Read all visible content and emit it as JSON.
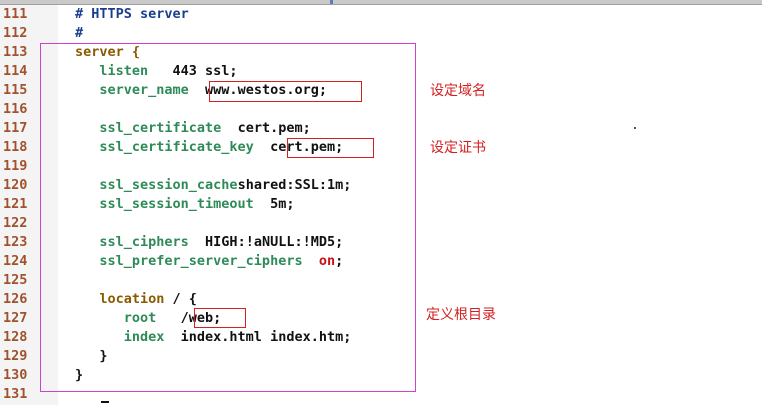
{
  "lines": [
    {
      "n": "111",
      "parts": [
        {
          "t": "    # HTTPS server",
          "c": "comment"
        }
      ]
    },
    {
      "n": "112",
      "parts": [
        {
          "t": "    #",
          "c": "comment"
        }
      ]
    },
    {
      "n": "113",
      "parts": [
        {
          "t": "    server {",
          "c": "kw"
        }
      ]
    },
    {
      "n": "114",
      "parts": [
        {
          "t": "       listen",
          "c": "dir"
        },
        {
          "t": "       443 ssl;",
          "c": "val"
        }
      ]
    },
    {
      "n": "115",
      "parts": [
        {
          "t": "       server_name",
          "c": "dir"
        },
        {
          "t": "  www.westos.org;",
          "c": "val"
        }
      ]
    },
    {
      "n": "116",
      "parts": []
    },
    {
      "n": "117",
      "parts": [
        {
          "t": "       ssl_certificate",
          "c": "dir"
        },
        {
          "t": "      cert.pem;",
          "c": "val"
        }
      ]
    },
    {
      "n": "118",
      "parts": [
        {
          "t": "       ssl_certificate_key",
          "c": "dir"
        },
        {
          "t": "  cert.pem;",
          "c": "val"
        }
      ]
    },
    {
      "n": "119",
      "parts": []
    },
    {
      "n": "120",
      "parts": [
        {
          "t": "       ssl_session_cache",
          "c": "dir"
        },
        {
          "t": "    shared:SSL:1m;",
          "c": "val"
        }
      ]
    },
    {
      "n": "121",
      "parts": [
        {
          "t": "       ssl_session_timeout",
          "c": "dir"
        },
        {
          "t": "  5m;",
          "c": "val"
        }
      ]
    },
    {
      "n": "122",
      "parts": []
    },
    {
      "n": "123",
      "parts": [
        {
          "t": "       ssl_ciphers",
          "c": "dir"
        },
        {
          "t": "  HIGH:!aNULL:!MD5;",
          "c": "val"
        }
      ]
    },
    {
      "n": "124",
      "parts": [
        {
          "t": "       ssl_prefer_server_ciphers",
          "c": "dir"
        },
        {
          "t": "  ",
          "c": "val"
        },
        {
          "t": "on",
          "c": "on"
        },
        {
          "t": ";",
          "c": "val"
        }
      ]
    },
    {
      "n": "125",
      "parts": []
    },
    {
      "n": "126",
      "parts": [
        {
          "t": "       location",
          "c": "kw"
        },
        {
          "t": " / {",
          "c": "val"
        }
      ]
    },
    {
      "n": "127",
      "parts": [
        {
          "t": "          root",
          "c": "dir"
        },
        {
          "t": "   /web;",
          "c": "val"
        }
      ]
    },
    {
      "n": "128",
      "parts": [
        {
          "t": "          index",
          "c": "dir"
        },
        {
          "t": "  index.html index.htm;",
          "c": "val"
        }
      ]
    },
    {
      "n": "129",
      "parts": [
        {
          "t": "       }",
          "c": "val"
        }
      ]
    },
    {
      "n": "130",
      "parts": [
        {
          "t": "    }",
          "c": "val"
        }
      ]
    },
    {
      "n": "131",
      "parts": []
    }
  ],
  "annotations": {
    "domain_note": "设定域名",
    "cert_note": "设定证书",
    "root_note": "定义根目录"
  },
  "colors": {
    "line_number": "#a0522d",
    "comment": "#1a3e8f",
    "keyword": "#8b5a00",
    "directive": "#2e8b57",
    "value": "#111111",
    "on_value": "#cc1010",
    "annotation_red": "#d42020",
    "block_box": "#cc44cc"
  }
}
